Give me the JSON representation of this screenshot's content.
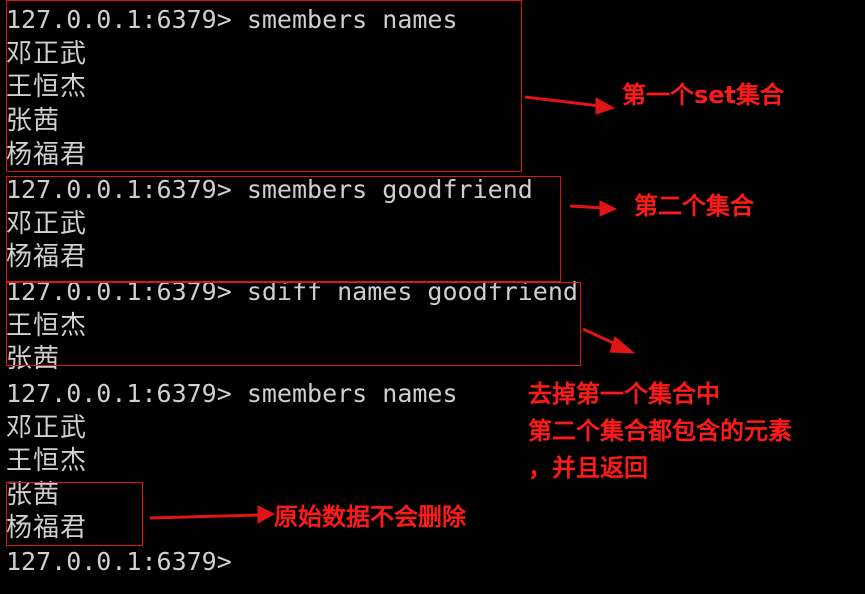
{
  "terminal": {
    "lines": [
      "127.0.0.1:6379> smembers names",
      "邓正武",
      "王恒杰",
      "张茜",
      "杨福君",
      "127.0.0.1:6379> smembers goodfriend",
      "邓正武",
      "杨福君",
      "127.0.0.1:6379> sdiff names goodfriend",
      "王恒杰",
      "张茜",
      "127.0.0.1:6379> smembers names",
      "邓正武",
      "王恒杰",
      "张茜",
      "杨福君",
      "127.0.0.1:6379>"
    ]
  },
  "annotations": {
    "note1": "第一个set集合",
    "note2": "第二个集合",
    "note3_line1": "去掉第一个集合中",
    "note3_line2": "第二个集合都包含的元素",
    "note3_line3": "，并且返回",
    "note4": "原始数据不会删除"
  },
  "colors": {
    "background": "#000000",
    "text": "#cfcfcf",
    "annotation": "#ff1a1a"
  }
}
